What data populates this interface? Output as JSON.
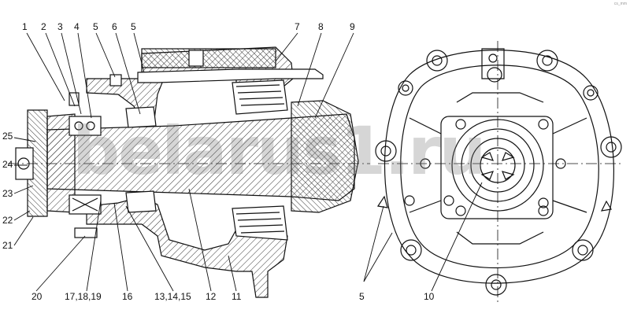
{
  "diagram": {
    "callouts_top": [
      "1",
      "2",
      "3",
      "4",
      "5",
      "6",
      "5",
      "7",
      "8",
      "9"
    ],
    "callouts_left": [
      "25",
      "24",
      "23",
      "22",
      "21"
    ],
    "callouts_bottom": [
      "20",
      "17,18,19",
      "16",
      "13,14,15",
      "12",
      "11"
    ],
    "callouts_right_view": [
      "5",
      "10"
    ],
    "watermark": "belarus1.ru",
    "corner_mark": "cs_mm"
  },
  "colors": {
    "line": "#111111",
    "hatch": "#333333",
    "watermark": "#8a8a8a"
  }
}
